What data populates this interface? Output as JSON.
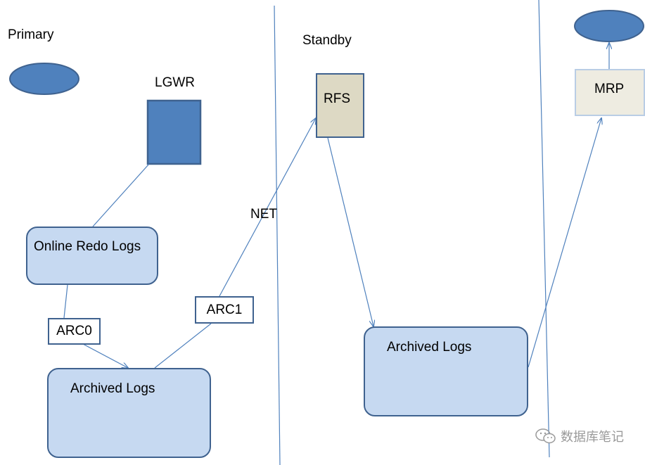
{
  "primary": {
    "title": "Primary",
    "lgwr_label": "LGWR",
    "online_redo_logs": "Online Redo Logs",
    "arc0": "ARC0",
    "arc1": "ARC1",
    "archived_logs": "Archived Logs"
  },
  "network": {
    "label": "NET"
  },
  "standby": {
    "title": "Standby",
    "rfs": "RFS",
    "archived_logs": "Archived Logs",
    "mrp": "MRP"
  },
  "watermark": {
    "text": "数据库笔记",
    "icon": "wechat-icon"
  },
  "colors": {
    "shape_fill": "#4f81bd",
    "shape_border": "#3f628f",
    "box_fill": "#c6d9f1",
    "rfs_fill": "#ddd9c4",
    "mrp_fill": "#eeece1",
    "line": "#4f81bd"
  }
}
